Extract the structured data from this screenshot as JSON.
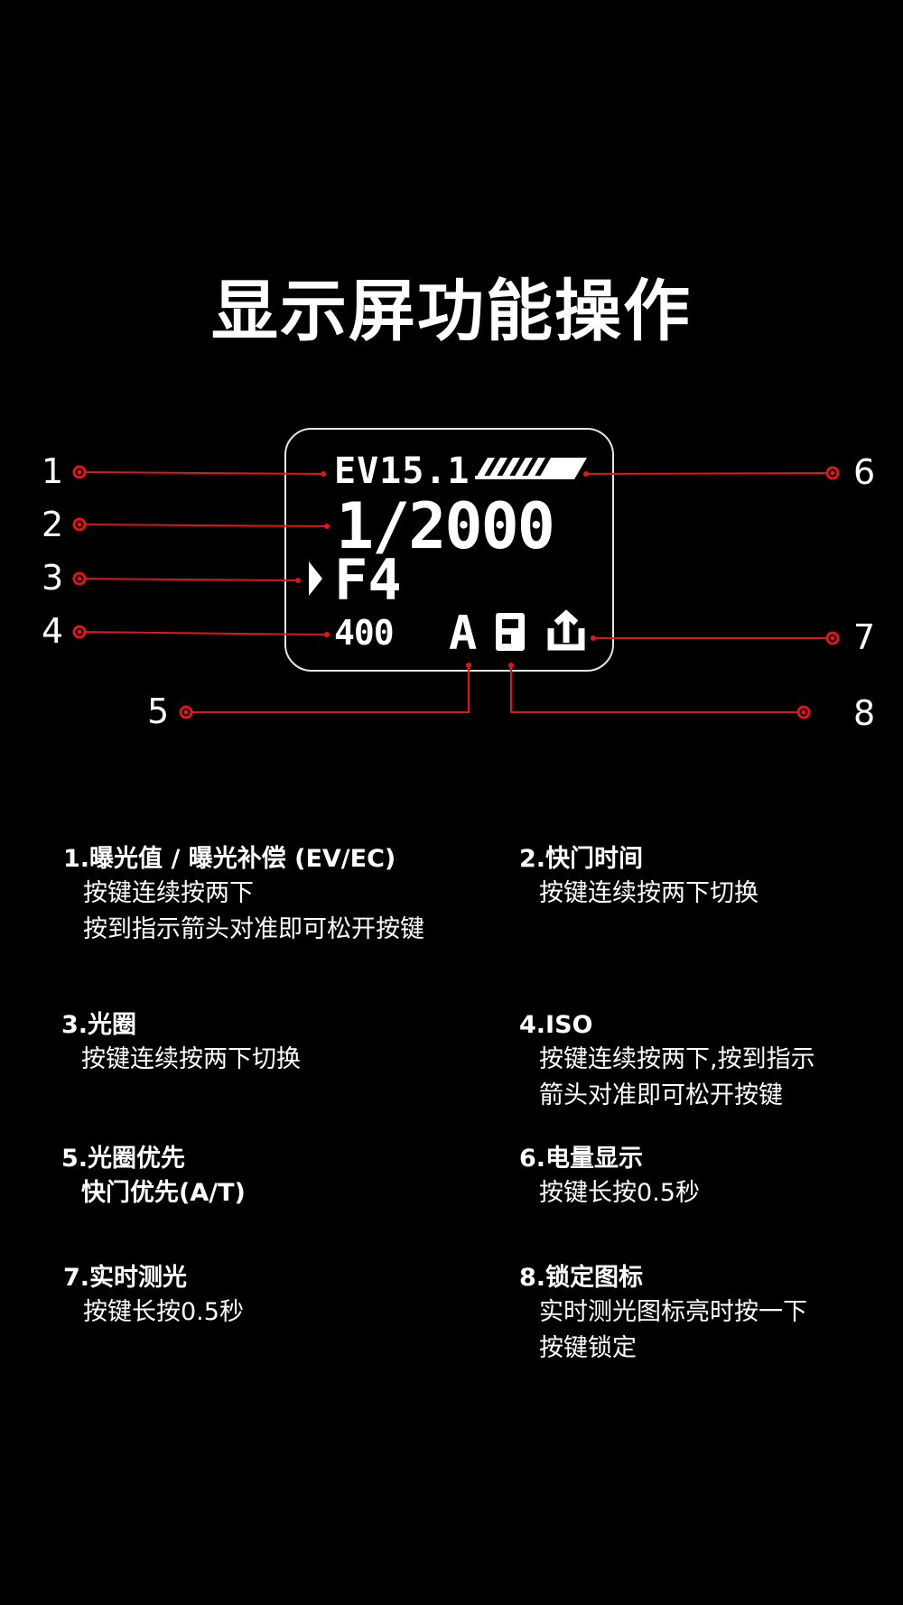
{
  "title": "显示屏功能操作",
  "display": {
    "ev": "EV15.1",
    "shutter": "1/2000",
    "aperture": "F4",
    "iso": "400",
    "mode_letter": "A",
    "battery_bars": 5
  },
  "callouts": [
    "1",
    "2",
    "3",
    "4",
    "5",
    "6",
    "7",
    "8"
  ],
  "descriptions": [
    {
      "title": "1.曝光值 / 曝光补偿 (EV/EC)",
      "lines": [
        "按键连续按两下",
        "按到指示箭头对准即可松开按键"
      ]
    },
    {
      "title": "2.快门时间",
      "lines": [
        "按键连续按两下切换"
      ]
    },
    {
      "title": "3.光圈",
      "lines": [
        "按键连续按两下切换"
      ]
    },
    {
      "title": "4.ISO",
      "lines": [
        "按键连续按两下,按到指示",
        "箭头对准即可松开按键"
      ]
    },
    {
      "title": "5.光圈优先",
      "lines": [
        "快门优先(A/T)"
      ]
    },
    {
      "title": "6.电量显示",
      "lines": [
        "按键长按0.5秒"
      ]
    },
    {
      "title": "7.实时测光",
      "lines": [
        "按键长按0.5秒"
      ]
    },
    {
      "title": "8.锁定图标",
      "lines": [
        "实时测光图标亮时按一下",
        "按键锁定"
      ]
    }
  ],
  "colors": {
    "background": "#000000",
    "callout_line": "#e0161b",
    "text": "#ffffff"
  },
  "icons": [
    "selector-arrow-icon",
    "battery-level-icon",
    "lock-icon",
    "live-metering-icon"
  ]
}
